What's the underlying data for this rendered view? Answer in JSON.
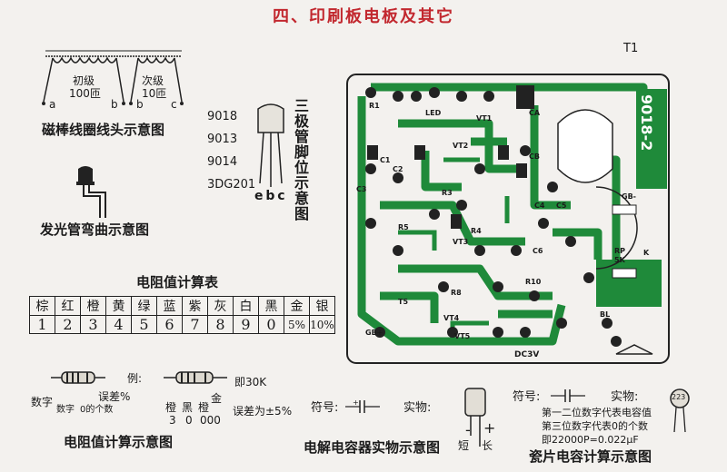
{
  "title": "四、印刷板电板及其它",
  "coil": {
    "primary": "初级",
    "primary_turns": "100匝",
    "secondary": "次级",
    "secondary_turns": "10匝",
    "term_a": "a",
    "term_b1": "b",
    "term_b2": "b",
    "term_c": "c",
    "caption": "磁棒线圈线头示意图"
  },
  "transistor": {
    "models": [
      "9018",
      "9013",
      "9014",
      "3DG201"
    ],
    "pins": "e b c",
    "caption": "三极管脚位示意图"
  },
  "led": {
    "caption": "发光管弯曲示意图"
  },
  "resistor_table": {
    "title": "电阻值计算表",
    "colors": [
      "棕",
      "红",
      "橙",
      "黄",
      "绿",
      "蓝",
      "紫",
      "灰",
      "白",
      "黑",
      "金",
      "银"
    ],
    "values": [
      "1",
      "2",
      "3",
      "4",
      "5",
      "6",
      "7",
      "8",
      "9",
      "0",
      "5%",
      "10%"
    ]
  },
  "resistor_example": {
    "digits_label": "数字",
    "digits_label2": "数字",
    "zeros_label": "0的个数",
    "tolerance_label": "误差%",
    "example_label": "例:",
    "equals": "即30K",
    "col1": "橙",
    "col2": "黑",
    "col3": "橙",
    "col4": "金",
    "n1": "3",
    "n2": "0",
    "n3": "000",
    "tol": "误差为±5%",
    "caption": "电阻值计算示意图"
  },
  "electrolytic": {
    "symbol_label": "符号:",
    "object_label": "实物:",
    "minus": "-",
    "plus": "+",
    "short": "短",
    "long": "长",
    "caption": "电解电容器实物示意图"
  },
  "ceramic": {
    "symbol_label": "符号:",
    "object_label": "实物:",
    "code": "223",
    "line1": "第一二位数字代表电容值",
    "line2": "第三位数字代表0的个数",
    "line3": "即22000P=0.022μF",
    "caption": "瓷片电容计算示意图"
  },
  "pcb": {
    "model": "9018-2",
    "t1": "T1",
    "labels": [
      "R1",
      "LED",
      "VT1",
      "CA",
      "CB",
      "R3",
      "C3",
      "R4",
      "C4",
      "C5",
      "R5",
      "VT3",
      "VT4",
      "GB-",
      "RP",
      "5K",
      "K",
      "C6",
      "R10",
      "R8",
      "T5",
      "VT5",
      "BL",
      "GB+",
      "DC3V",
      "VT2",
      "C1",
      "C2"
    ]
  }
}
